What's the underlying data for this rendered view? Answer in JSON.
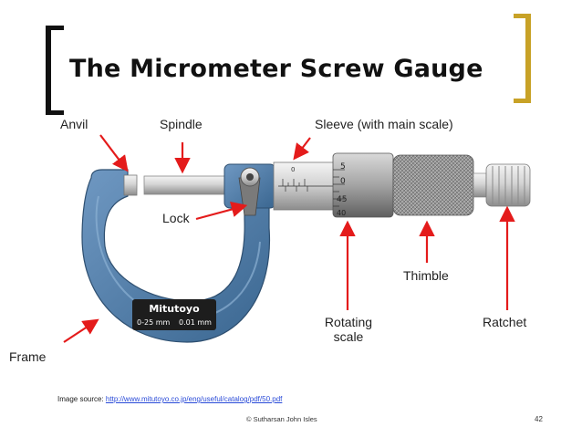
{
  "slide": {
    "title": "The Micrometer Screw Gauge",
    "page_number": "42",
    "footer": "© Sutharsan John Isles"
  },
  "labels": {
    "anvil": "Anvil",
    "spindle": "Spindle",
    "sleeve": "Sleeve (with main scale)",
    "lock": "Lock",
    "thimble": "Thimble",
    "rotating_line1": "Rotating",
    "rotating_line2": "scale",
    "ratchet": "Ratchet",
    "frame": "Frame"
  },
  "instrument": {
    "brand": "Mitutoyo",
    "range": "0-25 mm",
    "resolution": "0.01 mm",
    "sleeve_marks": [
      "5",
      "0",
      "45",
      "40"
    ]
  },
  "source": {
    "prefix": "Image source: ",
    "url": "http://www.mitutoyo.co.jp/eng/useful/catalog/pdf/50.pdf"
  },
  "colors": {
    "arrow": "#e41b1b",
    "frame": "#4b78a6",
    "bracket_accent": "#c8a227"
  }
}
